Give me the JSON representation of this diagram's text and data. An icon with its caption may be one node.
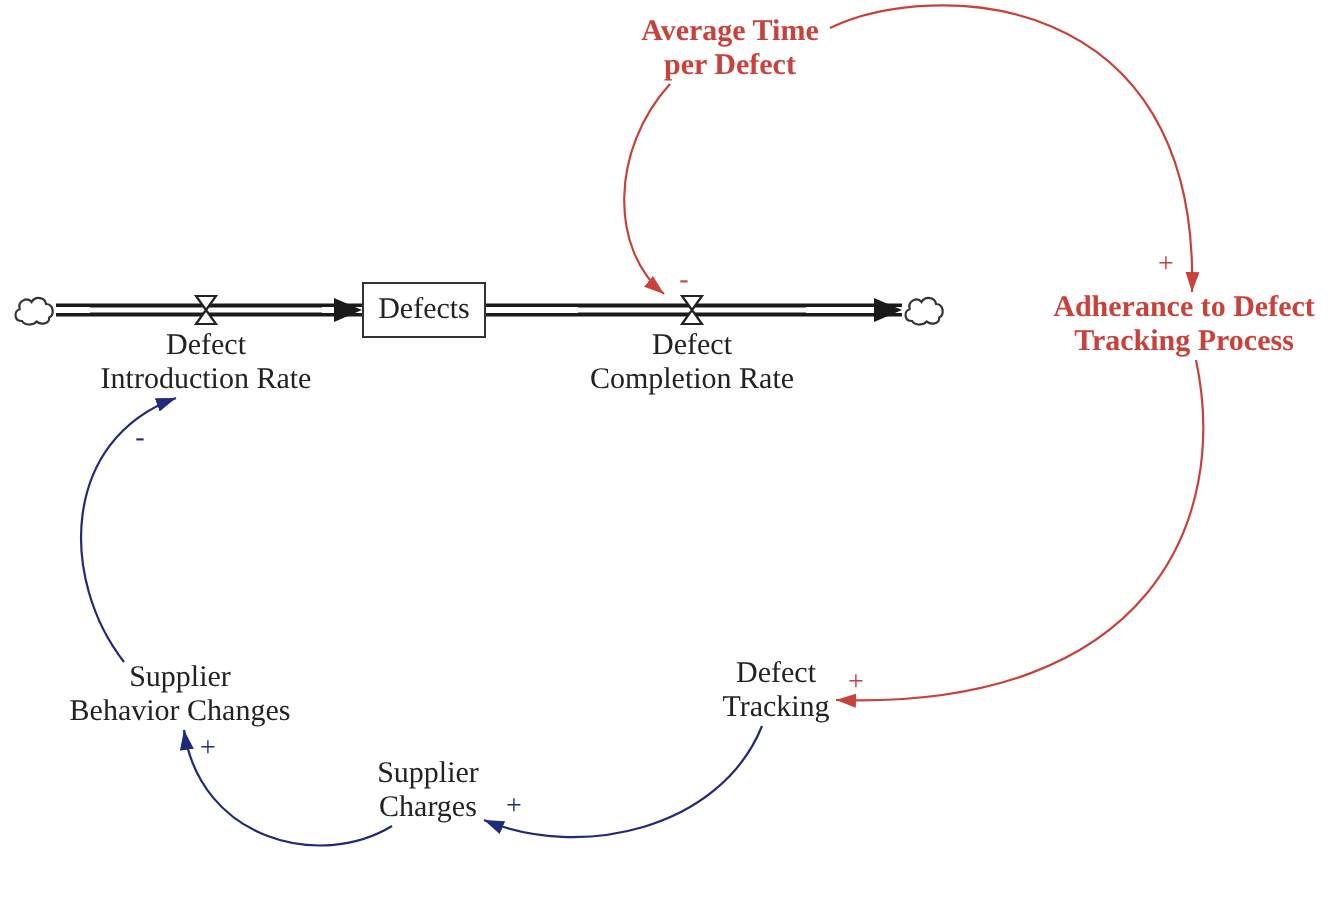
{
  "diagram": {
    "nodes": [
      {
        "text": [
          "Average Time per Defect"
        ]
      },
      {
        "text": [],
        "shape": "cloud"
      },
      {
        "text": [
          "Defect Introduction Rate"
        ]
      },
      {
        "text": [
          "Defects"
        ]
      },
      {
        "text": [
          "Defect Completion Rate"
        ]
      },
      {
        "text": [],
        "shape": "cloud"
      },
      {
        "text": [
          "Adherance to Defect Tracking Process"
        ]
      },
      {
        "text": [
          "Defect Tracking"
        ]
      },
      {
        "text": [
          "Supplier Behavior Changes"
        ]
      },
      {
        "text": [
          "Supplier Charges"
        ]
      }
    ],
    "edges": [
      {
        "from": 1,
        "to": 2,
        "arrow": "none",
        "style": "thick"
      },
      {
        "from": 2,
        "to": 3,
        "arrow": "to",
        "style": "thick"
      },
      {
        "from": 3,
        "to": 4,
        "arrow": "none",
        "style": "thick"
      },
      {
        "from": 4,
        "to": 5,
        "arrow": "to",
        "style": "thick"
      },
      {
        "from": 0,
        "to": 4,
        "arrow": "to",
        "label": "-",
        "color": "#c8413a"
      },
      {
        "from": 0,
        "to": 6,
        "arrow": "to",
        "label": "+",
        "color": "#c8413a"
      },
      {
        "from": 6,
        "to": 7,
        "arrow": "to",
        "label": "+",
        "color": "#c8413a"
      },
      {
        "from": 7,
        "to": 9,
        "arrow": "to",
        "label": "+",
        "color": "#1f2a7a"
      },
      {
        "from": 9,
        "to": 8,
        "arrow": "to",
        "label": "+",
        "color": "#1f2a7a"
      },
      {
        "from": 8,
        "to": 2,
        "arrow": "to",
        "label": "-",
        "color": "#1f2a7a"
      }
    ]
  }
}
